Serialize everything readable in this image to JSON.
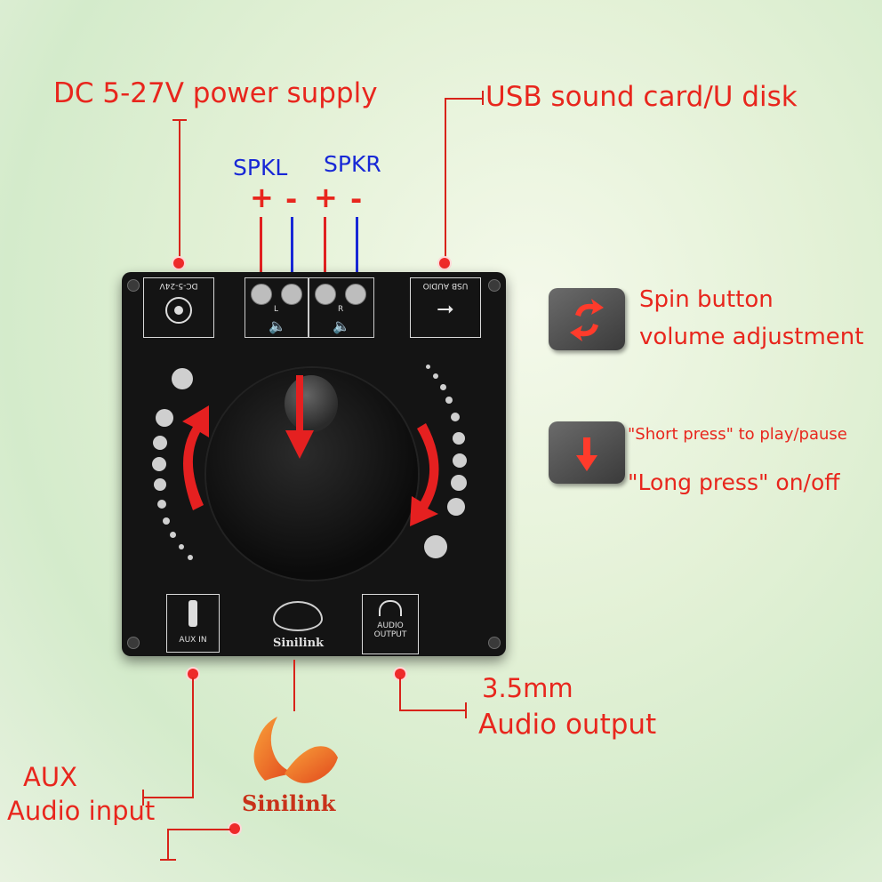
{
  "callouts": {
    "power": "DC 5-27V power supply",
    "usb": "USB sound card/U disk",
    "spin_line1": "Spin button",
    "spin_line2": "volume adjustment",
    "short_press": "\"Short press\" to play/pause",
    "long_press": "\"Long press\" on/off",
    "output_line1": "3.5mm",
    "output_line2": "Audio output",
    "aux_line1": "AUX",
    "aux_line2": "Audio input"
  },
  "speaker": {
    "left_label": "SPKL",
    "right_label": "SPKR",
    "plus": "+",
    "minus": "-"
  },
  "board": {
    "dc_label": "DC-5-24V",
    "usb_label": "USB AUDIO",
    "term_l": "L",
    "term_r": "R",
    "aux_label": "AUX IN",
    "output_label_1": "AUDIO",
    "output_label_2": "OUTPUT",
    "brand": "Sinilink"
  },
  "logo": {
    "brand": "Sinilink"
  },
  "colors": {
    "annotation_red": "#e8261d",
    "speaker_blue": "#1828d6",
    "board": "#141414"
  }
}
